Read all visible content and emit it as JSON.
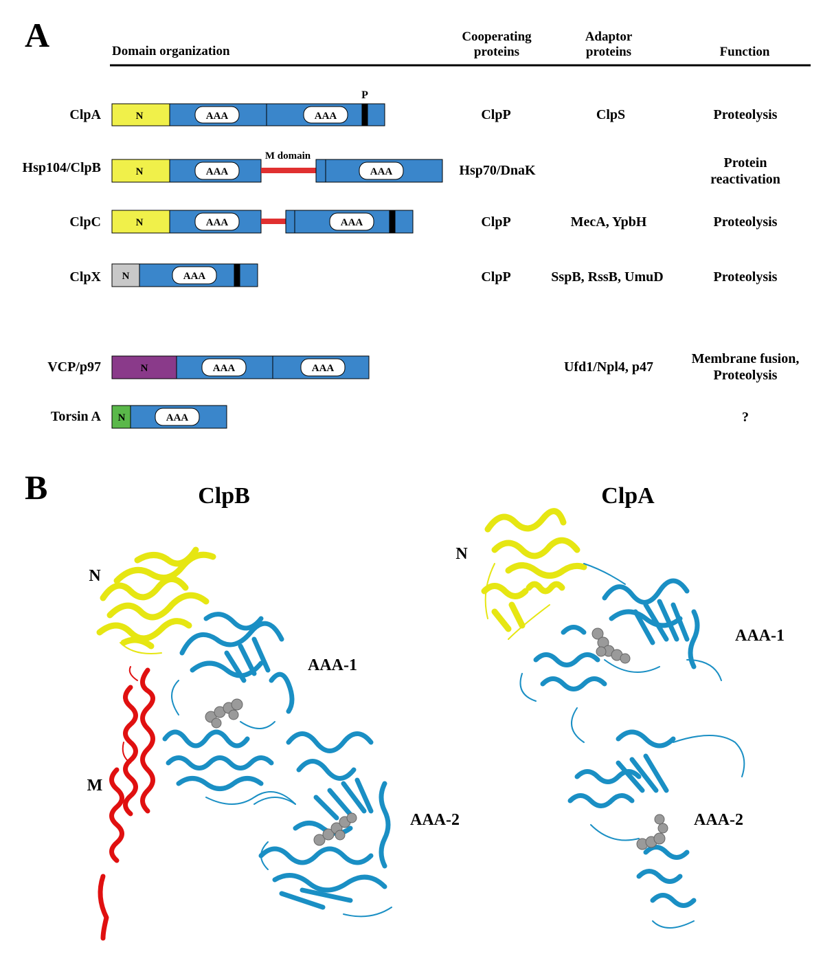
{
  "panel_a": {
    "label": "A",
    "headers": {
      "domain": "Domain organization",
      "cooperating": [
        "Cooperating",
        "proteins"
      ],
      "adaptor": [
        "Adaptor",
        "proteins"
      ],
      "function": "Function"
    },
    "p_label": "P",
    "m_domain_label": "M domain",
    "n_label": "N",
    "aaa_label": "AAA",
    "rows": [
      {
        "name": "ClpA",
        "cooperating": "ClpP",
        "adaptor": "ClpS",
        "function": [
          "Proteolysis"
        ]
      },
      {
        "name": "Hsp104/ClpB",
        "cooperating": "Hsp70/DnaK",
        "adaptor": "",
        "function": [
          "Protein",
          "reactivation"
        ]
      },
      {
        "name": "ClpC",
        "cooperating": "ClpP",
        "adaptor": "MecA, YpbH",
        "function": [
          "Proteolysis"
        ]
      },
      {
        "name": "ClpX",
        "cooperating": "ClpP",
        "adaptor": "SspB, RssB, UmuD",
        "function": [
          "Proteolysis"
        ]
      },
      {
        "name": "VCP/p97",
        "cooperating": "",
        "adaptor": "Ufd1/Npl4, p47",
        "function": [
          "Membrane fusion,",
          "Proteolysis"
        ]
      },
      {
        "name": "Torsin A",
        "cooperating": "",
        "adaptor": "",
        "function": [
          "?"
        ]
      }
    ]
  },
  "panel_b": {
    "label": "B",
    "structures": [
      {
        "title": "ClpB",
        "labels": {
          "n": "N",
          "m": "M",
          "aaa1": "AAA-1",
          "aaa2": "AAA-2"
        }
      },
      {
        "title": "ClpA",
        "labels": {
          "n": "N",
          "aaa1": "AAA-1",
          "aaa2": "AAA-2"
        }
      }
    ]
  },
  "colors": {
    "n_domain_yellow": "#f0f04a",
    "aaa_blue": "#3a86cb",
    "linker_red": "#e03030",
    "clpx_n_gray": "#c8c8c8",
    "vcp_n_purple": "#8a3a8a",
    "torsin_n_green": "#5ab84a",
    "ribbon_blue": "#1a8fc4",
    "ribbon_yellow": "#e6e612",
    "ribbon_red": "#e01010",
    "ligand_gray": "#9a9a9a"
  }
}
